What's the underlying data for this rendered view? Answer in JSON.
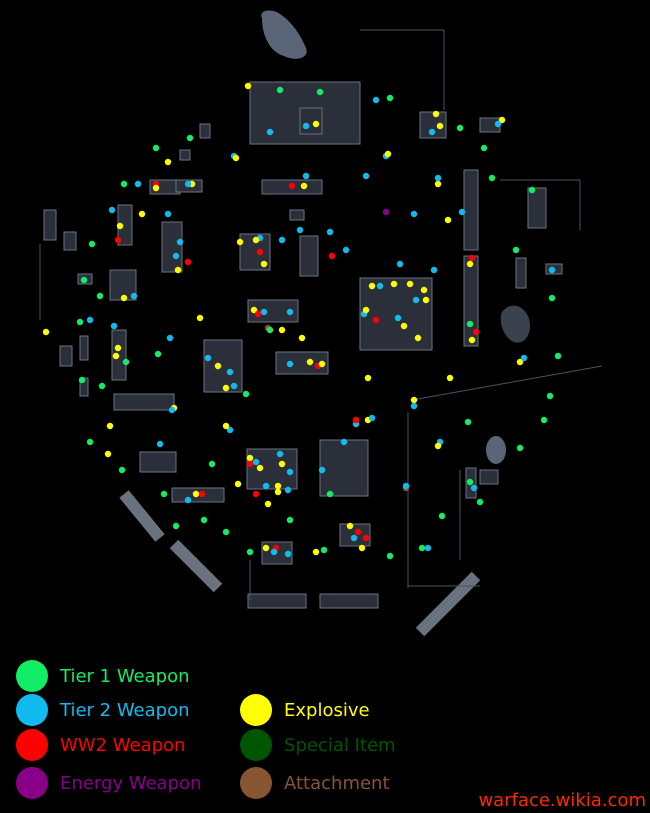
{
  "legend": {
    "tier1": {
      "label": "Tier 1 Weapon",
      "color": "#11ee66"
    },
    "tier2": {
      "label": "Tier 2 Weapon",
      "color": "#11bbee"
    },
    "ww2": {
      "label": "WW2 Weapon",
      "color": "#ff0000"
    },
    "energy": {
      "label": "Energy Weapon",
      "color": "#880088"
    },
    "explosive": {
      "label": "Explosive",
      "color": "#ffff00"
    },
    "special": {
      "label": "Special Item",
      "color": "#005500"
    },
    "attachment": {
      "label": "Attachment",
      "color": "#885533"
    }
  },
  "watermark": "warface.wikia.com",
  "map_colors": {
    "background": "#000000",
    "building_fill": "#2a2f3a",
    "building_stroke": "#6a7280",
    "water": "#5a6678"
  }
}
